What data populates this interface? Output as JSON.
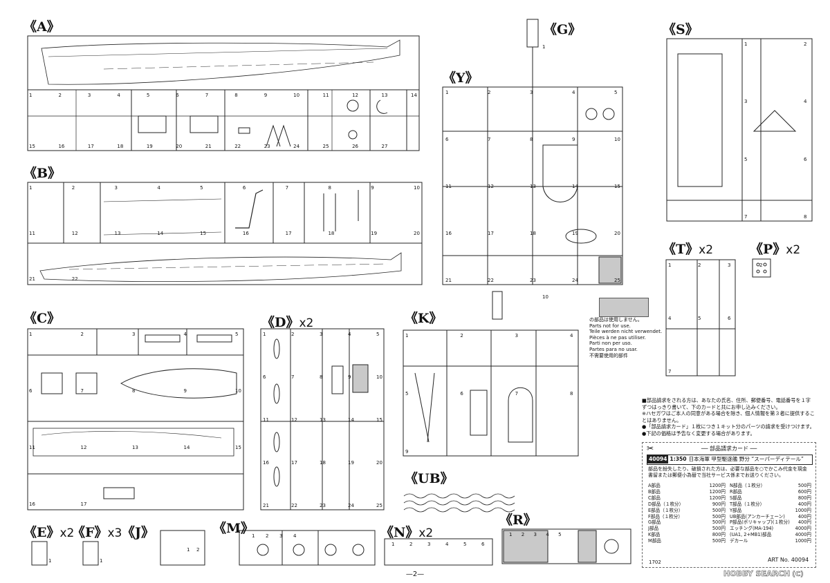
{
  "page_number": "—2—",
  "sprues": [
    {
      "id": "A",
      "label": "《A》",
      "mult": "",
      "parts": [
        "1",
        "2",
        "3",
        "4",
        "5",
        "6",
        "7",
        "8",
        "9",
        "10",
        "11",
        "12",
        "13",
        "14",
        "15",
        "16",
        "17",
        "18",
        "19",
        "20",
        "21",
        "22",
        "23",
        "24",
        "25",
        "26",
        "27"
      ]
    },
    {
      "id": "B",
      "label": "《B》",
      "mult": "",
      "parts": [
        "1",
        "2",
        "3",
        "4",
        "5",
        "6",
        "7",
        "8",
        "9",
        "10",
        "11",
        "12",
        "13",
        "14",
        "15",
        "16",
        "17",
        "18",
        "19",
        "20",
        "21",
        "22"
      ]
    },
    {
      "id": "C",
      "label": "《C》",
      "mult": "",
      "parts": [
        "1",
        "2",
        "3",
        "4",
        "5",
        "6",
        "7",
        "8",
        "9",
        "10",
        "11",
        "12",
        "13",
        "14",
        "15",
        "16",
        "17"
      ]
    },
    {
      "id": "D",
      "label": "《D》",
      "mult": "x2",
      "parts": [
        "1",
        "2",
        "3",
        "4",
        "5",
        "6",
        "7",
        "8",
        "9",
        "10",
        "11",
        "12",
        "13",
        "14",
        "15",
        "16",
        "17",
        "18",
        "19",
        "20",
        "21",
        "22",
        "23",
        "24",
        "25"
      ]
    },
    {
      "id": "K",
      "label": "《K》",
      "mult": "",
      "parts": [
        "1",
        "2",
        "3",
        "4",
        "5",
        "6",
        "7",
        "8",
        "9"
      ]
    },
    {
      "id": "G",
      "label": "《G》",
      "mult": "",
      "parts": [
        "1",
        "10"
      ]
    },
    {
      "id": "Y",
      "label": "《Y》",
      "mult": "",
      "parts": [
        "1",
        "2",
        "3",
        "4",
        "5",
        "6",
        "7",
        "8",
        "9",
        "10",
        "11",
        "12",
        "13",
        "14",
        "15",
        "16",
        "17",
        "18",
        "19",
        "20",
        "21",
        "22",
        "23",
        "24",
        "25"
      ]
    },
    {
      "id": "S",
      "label": "《S》",
      "mult": "",
      "parts": [
        "1",
        "2",
        "3",
        "4",
        "5",
        "6",
        "7",
        "8"
      ]
    },
    {
      "id": "T",
      "label": "《T》",
      "mult": "x2",
      "parts": [
        "1",
        "2",
        "3",
        "4",
        "5",
        "6",
        "7"
      ]
    },
    {
      "id": "P",
      "label": "《P》",
      "mult": "x2",
      "parts": [
        "2"
      ]
    },
    {
      "id": "UB",
      "label": "《UB》",
      "mult": "",
      "parts": []
    },
    {
      "id": "E",
      "label": "《E》",
      "mult": "x2",
      "parts": [
        "1"
      ]
    },
    {
      "id": "F",
      "label": "《F》",
      "mult": "x3",
      "parts": [
        "1"
      ]
    },
    {
      "id": "J",
      "label": "《J》",
      "mult": "",
      "parts": [
        "1",
        "2"
      ]
    },
    {
      "id": "M",
      "label": "《M》",
      "mult": "",
      "parts": [
        "1",
        "2",
        "3",
        "4"
      ]
    },
    {
      "id": "N",
      "label": "《N》",
      "mult": "x2",
      "parts": [
        "1",
        "2",
        "3",
        "4",
        "5",
        "6"
      ]
    },
    {
      "id": "R",
      "label": "《R》",
      "mult": "",
      "parts": [
        "1",
        "2",
        "3",
        "4",
        "5"
      ]
    }
  ],
  "not_used_legend": [
    "の部品は使用しません。",
    "Parts not for use.",
    "Teile werden nicht verwendet.",
    "Pièces à ne pas utiliser.",
    "Parti non per uso.",
    "Partes para no usar.",
    "不需要使用的部件"
  ],
  "notes": [
    "■部品請求をされる方は、あなたの氏名、住所、郵便番号、電話番号を１字ずつはっきり書いて、下のカードと共にお申し込みください。",
    "※ハセガワはご本人の同意がある場合を除き、個人情報を第３者に提供することはありません。",
    "●「部品請求カード」１枚につき１キット分のパーツの請求を受けつけます。",
    "●下記の価格は予告なく変更する場合があります。"
  ],
  "card": {
    "title": "── 部品請求カード ──",
    "code": "40094",
    "scale": "1:350",
    "name": "日本海軍 甲型駆逐艦 野分 “スーパーディテール”",
    "description": "部品を紛失したり、破損された方は、必要な部品を○でかこみ代金を現金書留または郵便小為替で当社サービス係までお送りください。",
    "left_prices": [
      {
        "part": "A部品",
        "price": "1200円"
      },
      {
        "part": "B部品",
        "price": "1200円"
      },
      {
        "part": "C部品",
        "price": "1200円"
      },
      {
        "part": "D部品（１枚分）",
        "price": "900円"
      },
      {
        "part": "E部品（１枚分）",
        "price": "500円"
      },
      {
        "part": "F部品（１枚分）",
        "price": "500円"
      },
      {
        "part": "G部品",
        "price": "500円"
      },
      {
        "part": "J部品",
        "price": "500円"
      },
      {
        "part": "K部品",
        "price": "800円"
      },
      {
        "part": "M部品",
        "price": "500円"
      }
    ],
    "right_prices": [
      {
        "part": "N部品（１枚分）",
        "price": "500円"
      },
      {
        "part": "R部品",
        "price": "600円"
      },
      {
        "part": "S部品",
        "price": "800円"
      },
      {
        "part": "T部品（１枚分）",
        "price": "400円"
      },
      {
        "part": "Y部品",
        "price": "1000円"
      },
      {
        "part": "UB部品(アンカーチェーン)",
        "price": "400円"
      },
      {
        "part": "P部品(ポリキャップ)(１枚分)",
        "price": "400円"
      },
      {
        "part": "エッチング(MA-194)",
        "price": "4000円"
      },
      {
        "part": "(UA1, 2+MB1)部品",
        "price": "4000円"
      },
      {
        "part": "デカール",
        "price": "1000円"
      }
    ],
    "art_no": "ART No. 40094",
    "footer_code": "1702"
  },
  "watermark": {
    "brand": "HOBBY SEARCH",
    "small": "(C)"
  }
}
